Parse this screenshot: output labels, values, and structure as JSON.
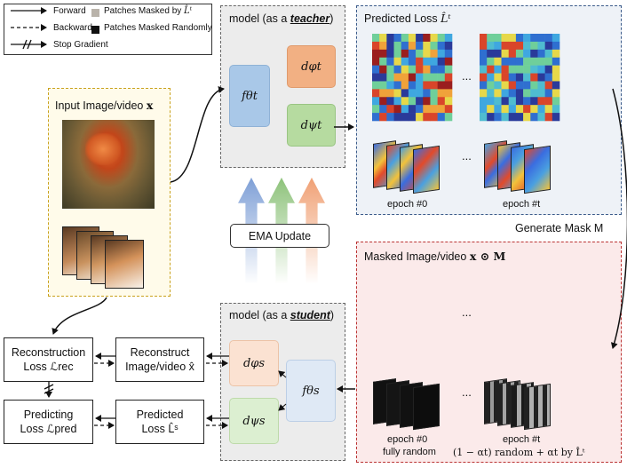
{
  "legend": {
    "forward": "Forward",
    "backward": "Backward",
    "stop_gradient": "Stop Gradient",
    "masked_by_loss": "Patches Masked by",
    "masked_by_loss_symbol": "L̂ᵗ",
    "masked_random": "Patches Masked Randomly"
  },
  "input": {
    "title": "Input Image/video",
    "symbol": "x"
  },
  "teacher": {
    "title_prefix": "model (as a ",
    "title_role": "teacher",
    "title_suffix": ")",
    "f": "fθt",
    "d_phi": "dφt",
    "d_psi": "dψt"
  },
  "student": {
    "title_prefix": "model (as a ",
    "title_role": "student",
    "title_suffix": ")",
    "f": "fθs",
    "d_phi": "dφs",
    "d_psi": "dψs"
  },
  "ema": "EMA Update",
  "predicted_loss": {
    "title": "Predicted Loss",
    "symbol": "L̂ᵗ",
    "epoch0": "epoch #0",
    "epocht": "epoch #t",
    "ellipsis": "..."
  },
  "generate_mask": "Generate Mask  M",
  "masked": {
    "title": "Masked Image/video",
    "symbol": "x ⊙ M",
    "epoch0": "epoch #0",
    "epoch0_sub": "fully random",
    "epocht": "epoch #t",
    "epocht_sub": "(1 − αt) random + αt by L̂ᵗ",
    "ellipsis": "..."
  },
  "boxes": {
    "recon_loss_l1": "Reconstruction",
    "recon_loss_l2": "Loss  ℒrec",
    "recon_img_l1": "Reconstruct",
    "recon_img_l2": "Image/video  x̂",
    "pred_loss_l1": "Predicting",
    "pred_loss_l2": "Loss  ℒpred",
    "predicted_l1": "Predicted",
    "predicted_l2": "Loss  L̂ˢ"
  }
}
